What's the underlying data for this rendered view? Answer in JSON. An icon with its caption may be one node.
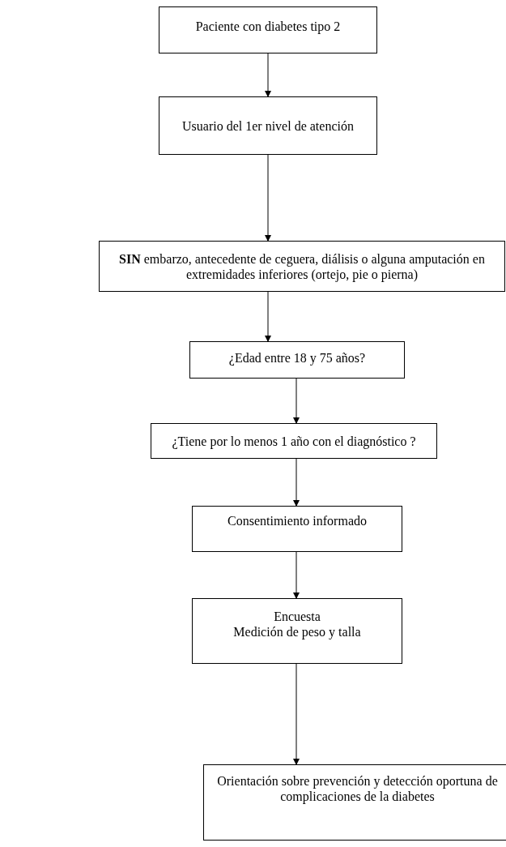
{
  "diagram": {
    "nodes": [
      {
        "text": [
          "Paciente con diabetes tipo 2"
        ]
      },
      {
        "text": [
          "Usuario del 1er nivel de atención"
        ]
      },
      {
        "text": [
          "**SIN** embarzo, antecedente de ceguera,  diálisis o alguna amputación en extremidades inferiores (ortejo, pie o pierna)"
        ]
      },
      {
        "text": [
          "¿Edad entre 18 y 75 años?"
        ]
      },
      {
        "text": [
          "¿Tiene por lo menos 1 año con el diagnóstico ?"
        ]
      },
      {
        "text": [
          "Consentimiento informado"
        ]
      },
      {
        "text": [
          "Encuesta",
          "Medición de peso y talla"
        ]
      },
      {
        "text": [
          "Orientación sobre prevención y detección oportuna de complicaciones de la diabetes"
        ]
      }
    ],
    "edges": [
      {
        "from": 0,
        "to": 1,
        "arrow": "to"
      },
      {
        "from": 1,
        "to": 2,
        "arrow": "to"
      },
      {
        "from": 2,
        "to": 3,
        "arrow": "to"
      },
      {
        "from": 3,
        "to": 4,
        "arrow": "to"
      },
      {
        "from": 4,
        "to": 5,
        "arrow": "to"
      },
      {
        "from": 5,
        "to": 6,
        "arrow": "to"
      },
      {
        "from": 6,
        "to": 7,
        "arrow": "to"
      }
    ]
  }
}
